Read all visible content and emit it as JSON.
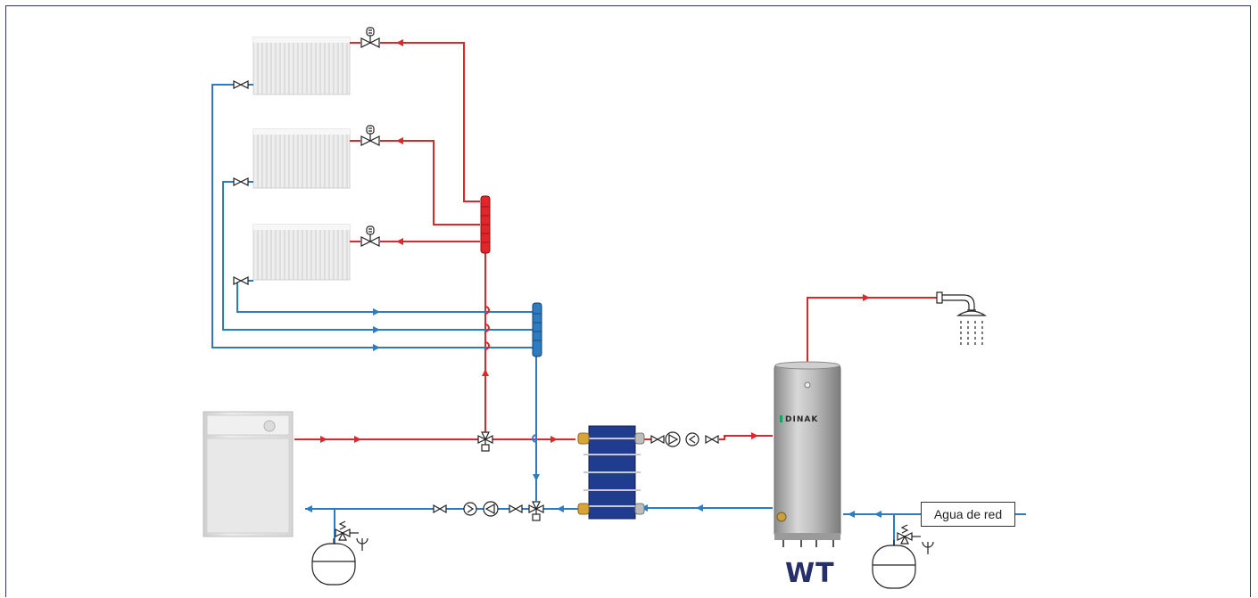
{
  "diagram": {
    "inlet_label": "Agua de red",
    "tank_label": "WT",
    "tank_brand": "DINAK",
    "colors": {
      "hot": "#e0262b",
      "cold": "#2d7bc0",
      "frame": "#2b3a67"
    }
  }
}
